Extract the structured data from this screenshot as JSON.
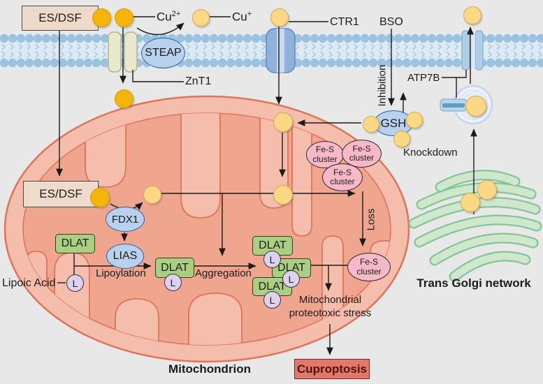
{
  "colors": {
    "copper_bound": "#f4b40c",
    "copper_free": "#fbd886",
    "mito_outer": "#f5bdab",
    "mito_matrix": "#f0a58e",
    "mito_border": "#df745a",
    "enzyme_blue": "#b8d2ee",
    "dlat_green": "#abcf80",
    "lipoyl_purple": "#ddd2ec",
    "fes_pink": "#f7b9ca",
    "cuproptosis_red": "#e0796b",
    "golgi_green": "#cfe8cd",
    "membrane_blue": "#9cc2de"
  },
  "extracellular": {
    "es_dsf": "ES/DSF",
    "cu_oxidized": {
      "base": "Cu",
      "sup": "2+"
    },
    "cu_reduced": {
      "base": "Cu",
      "sup": "+"
    }
  },
  "membrane": {
    "steap": "STEAP",
    "znt1": "ZnT1",
    "ctr1": "CTR1"
  },
  "cytosol": {
    "bso": "BSO",
    "inhibition": "Inhibition",
    "gsh": "GSH",
    "atp7b": "ATP7B",
    "knockdown": "Knockdown"
  },
  "mitochondrion": {
    "label": "Mitochondrion",
    "es_dsf": "ES/DSF",
    "fdx1": "FDX1",
    "lias": "LIAS",
    "dlat": "DLAT",
    "lipoyl_group": "L",
    "lipoic_acid": "Lipoic Acid",
    "lipoylation": "Lipoylation",
    "aggregation": "Aggregation",
    "fes_cluster": {
      "line1": "Fe-S",
      "line2": "cluster"
    },
    "loss": "Loss",
    "proteotoxic_stress": "Mitochondrial proteotoxic stress",
    "cuproptosis": "Cuproptosis"
  },
  "golgi": {
    "label": "Trans Golgi network"
  }
}
